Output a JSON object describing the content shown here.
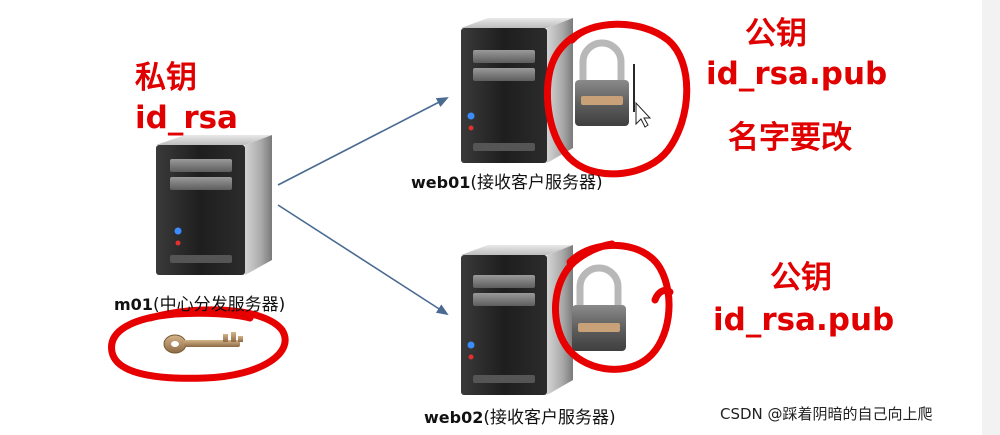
{
  "left": {
    "line1": "私钥",
    "line2": "id_rsa"
  },
  "top_right": {
    "line1": "公钥",
    "line2": "id_rsa.pub",
    "line3": "名字要改"
  },
  "bottom_right": {
    "line1": "公钥",
    "line2": "id_rsa.pub"
  },
  "servers": {
    "m01": {
      "name": "m01",
      "desc": "(中心分发服务器)"
    },
    "web01": {
      "name": "web01",
      "desc": "(接收客户服务器)"
    },
    "web02": {
      "name": "web02",
      "desc": "(接收客户服务器)"
    }
  },
  "watermark": "CSDN @踩着阴暗的自己向上爬",
  "colors": {
    "annotation": "#e00000",
    "arrow": "#4a6a92",
    "server_body": "#2a2a2a"
  },
  "icons": {
    "server": "server-tower-icon",
    "key": "key-icon",
    "lock": "padlock-icon",
    "cursor": "mouse-cursor-icon"
  }
}
